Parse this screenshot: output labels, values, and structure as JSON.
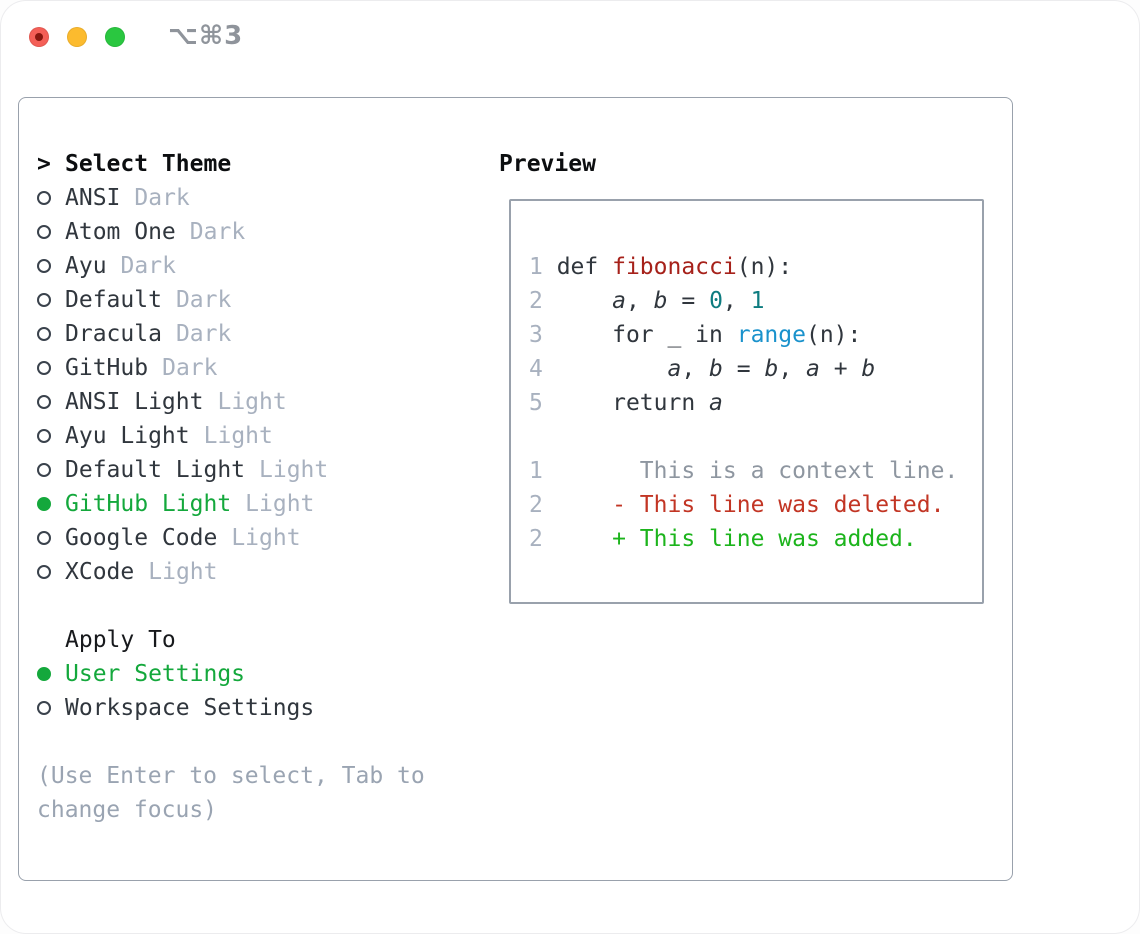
{
  "window": {
    "title": "⌥⌘3"
  },
  "colors": {
    "selection_green": "#14a83c",
    "function_red": "#a6211a",
    "number_teal": "#0e7c80",
    "builtin_blue": "#1a92cc",
    "diff_deleted_red": "#c23524",
    "diff_added_green": "#1cb41c",
    "muted_gray": "#a8b1bf",
    "panel_border": "#99a1ac"
  },
  "theme_picker": {
    "header_prefix": ">",
    "header": "Select Theme",
    "themes": [
      {
        "name": "ANSI",
        "tag": "Dark",
        "state": ""
      },
      {
        "name": "Atom One",
        "tag": "Dark",
        "state": ""
      },
      {
        "name": "Ayu",
        "tag": "Dark",
        "state": ""
      },
      {
        "name": "Default",
        "tag": "Dark",
        "state": ""
      },
      {
        "name": "Dracula",
        "tag": "Dark",
        "state": ""
      },
      {
        "name": "GitHub",
        "tag": "Dark",
        "state": ""
      },
      {
        "name": "ANSI Light",
        "tag": "Light",
        "state": ""
      },
      {
        "name": "Ayu Light",
        "tag": "Light",
        "state": ""
      },
      {
        "name": "Default Light",
        "tag": "Light",
        "state": ""
      },
      {
        "name": "GitHub Light",
        "tag": "Light",
        "state": "selected"
      },
      {
        "name": "Google Code",
        "tag": "Light",
        "state": ""
      },
      {
        "name": "XCode",
        "tag": "Light",
        "state": ""
      }
    ],
    "apply_to": {
      "header": "Apply To",
      "options": [
        {
          "label": "User Settings",
          "state": "selected"
        },
        {
          "label": "Workspace Settings",
          "state": ""
        }
      ]
    },
    "help": [
      "(Use Enter to select, Tab to",
      "change focus)"
    ]
  },
  "preview": {
    "header": "Preview",
    "code_lines": [
      [
        {
          "t": "1 ",
          "c": "ln"
        },
        {
          "t": "def ",
          "c": "code"
        },
        {
          "t": "fibonacci",
          "c": "fn"
        },
        {
          "t": "(n):",
          "c": "code"
        }
      ],
      [
        {
          "t": "2 ",
          "c": "ln"
        },
        {
          "t": "    ",
          "c": "code"
        },
        {
          "t": "a",
          "c": "var"
        },
        {
          "t": ", ",
          "c": "code"
        },
        {
          "t": "b",
          "c": "var"
        },
        {
          "t": " = ",
          "c": "code"
        },
        {
          "t": "0",
          "c": "num"
        },
        {
          "t": ", ",
          "c": "code"
        },
        {
          "t": "1",
          "c": "num"
        }
      ],
      [
        {
          "t": "3 ",
          "c": "ln"
        },
        {
          "t": "    for _ in ",
          "c": "code"
        },
        {
          "t": "range",
          "c": "builtin"
        },
        {
          "t": "(n):",
          "c": "code"
        }
      ],
      [
        {
          "t": "4 ",
          "c": "ln"
        },
        {
          "t": "        ",
          "c": "code"
        },
        {
          "t": "a",
          "c": "var"
        },
        {
          "t": ", ",
          "c": "code"
        },
        {
          "t": "b",
          "c": "var"
        },
        {
          "t": " = ",
          "c": "code"
        },
        {
          "t": "b",
          "c": "var"
        },
        {
          "t": ", ",
          "c": "code"
        },
        {
          "t": "a",
          "c": "var"
        },
        {
          "t": " + ",
          "c": "code"
        },
        {
          "t": "b",
          "c": "var"
        }
      ],
      [
        {
          "t": "5 ",
          "c": "ln"
        },
        {
          "t": "    return ",
          "c": "code"
        },
        {
          "t": "a",
          "c": "var"
        }
      ],
      [],
      [
        {
          "t": "1 ",
          "c": "ln"
        },
        {
          "t": "      This is a context line.",
          "c": "ctx"
        }
      ],
      [
        {
          "t": "2 ",
          "c": "ln"
        },
        {
          "t": "    ",
          "c": "code"
        },
        {
          "t": "- This line was deleted.",
          "c": "del"
        }
      ],
      [
        {
          "t": "2 ",
          "c": "ln"
        },
        {
          "t": "    ",
          "c": "code"
        },
        {
          "t": "+ This line was added.",
          "c": "add"
        }
      ]
    ]
  }
}
